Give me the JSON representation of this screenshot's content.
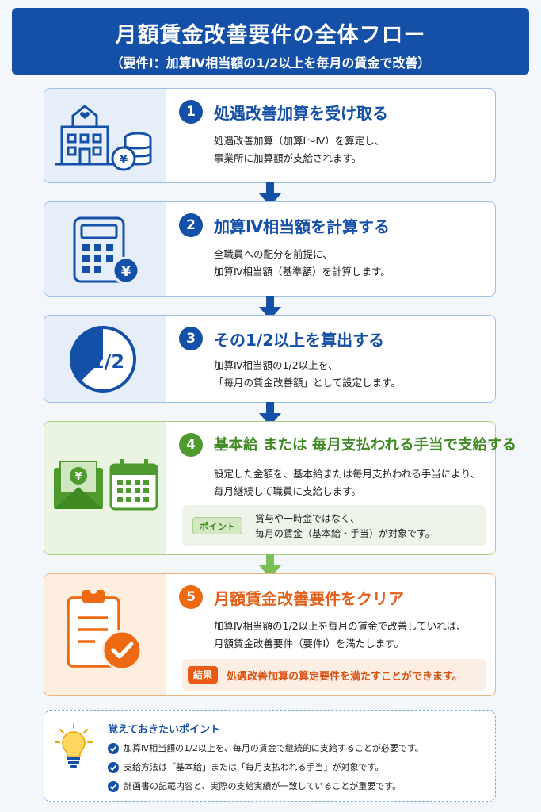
{
  "header": {
    "title": "月額賃金改善要件の全体フロー",
    "subtitle": "（要件Ⅰ：加算Ⅳ相当額の1/2以上を毎月の賃金で改善）"
  },
  "steps": [
    {
      "num": "1",
      "title": "処遇改善加算を受け取る",
      "lines": [
        "処遇改善加算（加算Ⅰ～Ⅳ）を算定し、",
        "事業所に加算額が支給されます。"
      ],
      "icon": "building-coins-icon"
    },
    {
      "num": "2",
      "title": "加算Ⅳ相当額を計算する",
      "lines": [
        "全職員への配分を前提に、",
        "加算Ⅳ相当額（基準額）を計算します。"
      ],
      "icon": "calculator-yen-icon"
    },
    {
      "num": "3",
      "title": "その1/2以上を算出する",
      "lines": [
        "加算Ⅳ相当額の1/2以上を、",
        "「毎月の賃金改善額」として設定します。"
      ],
      "icon": "half-pie-icon",
      "icon_text": "1/2"
    },
    {
      "num": "4",
      "title": "基本給 または 毎月支払われる手当で支給する",
      "lines": [
        "設定した金額を、基本給または毎月支払われる手当により、",
        "毎月継続して職員に支給します。"
      ],
      "icon": "envelope-calendar-icon",
      "point": {
        "label": "ポイント",
        "lines": [
          "賞与や一時金ではなく、",
          "毎月の賃金（基本給・手当）が対象です。"
        ]
      }
    },
    {
      "num": "5",
      "title": "月額賃金改善要件をクリア",
      "lines": [
        "加算Ⅳ相当額の1/2以上を毎月の賃金で改善していれば、",
        "月額賃金改善要件（要件Ⅰ）を満たします。"
      ],
      "icon": "clipboard-check-icon",
      "result": {
        "label": "結果",
        "text": "処遇改善加算の算定要件を満たすことができます。"
      }
    }
  ],
  "tips": {
    "title": "覚えておきたいポイント",
    "items": [
      "加算Ⅳ相当額の1/2以上を、毎月の賃金で継続的に支給することが必要です。",
      "支給方法は「基本給」または「毎月支払われる手当」が対象です。",
      "計画書の記載内容と、実際の支給実績が一致していることが重要です。"
    ],
    "icon": "lightbulb-icon"
  },
  "colors": {
    "blue": "#1550a8",
    "green": "#4f9a2e",
    "orange": "#ee6a12"
  }
}
